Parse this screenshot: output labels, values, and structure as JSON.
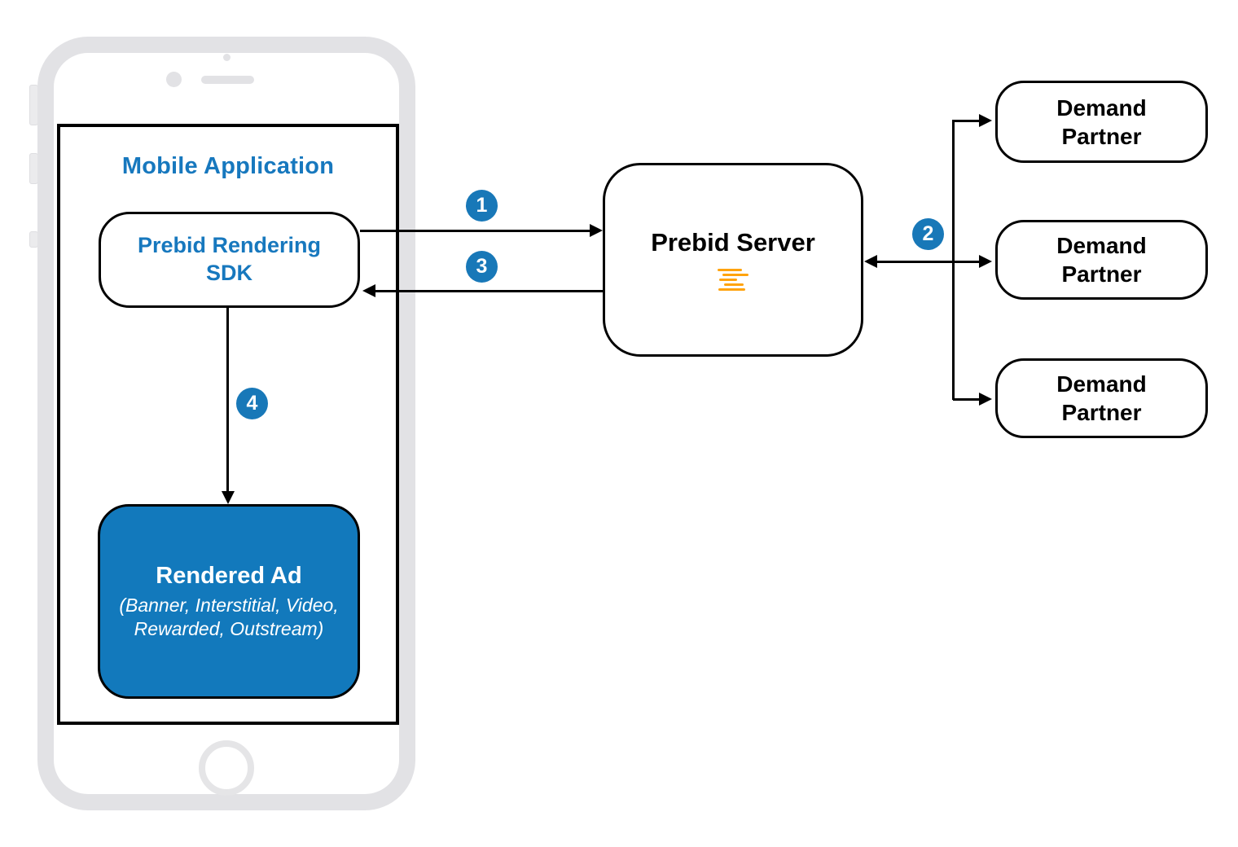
{
  "colors": {
    "accent_blue_text": "#1778BE",
    "node_fill_blue": "#1279BC",
    "badge_blue": "#1878B8",
    "prebid_orange": "#FFA30E",
    "phone_gray": "#E2E2E5",
    "line_black": "#000000"
  },
  "phone": {
    "icons": [
      "camera-dot-icon",
      "camera-lens-icon",
      "speaker-bar-icon",
      "home-button-icon",
      "side-button-icon"
    ]
  },
  "nodes": {
    "mobile_application": {
      "title": "Mobile Application"
    },
    "prebid_sdk": {
      "label": "Prebid Rendering\nSDK"
    },
    "rendered_ad": {
      "title": "Rendered Ad",
      "subtitle": "(Banner, Interstitial, Video,\nRewarded, Outstream)"
    },
    "prebid_server": {
      "label": "Prebid Server",
      "icon": "prebid-logo-icon"
    },
    "demand_partners": [
      {
        "label": "Demand\nPartner"
      },
      {
        "label": "Demand\nPartner"
      },
      {
        "label": "Demand\nPartner"
      }
    ]
  },
  "steps": [
    "1",
    "2",
    "3",
    "4"
  ]
}
